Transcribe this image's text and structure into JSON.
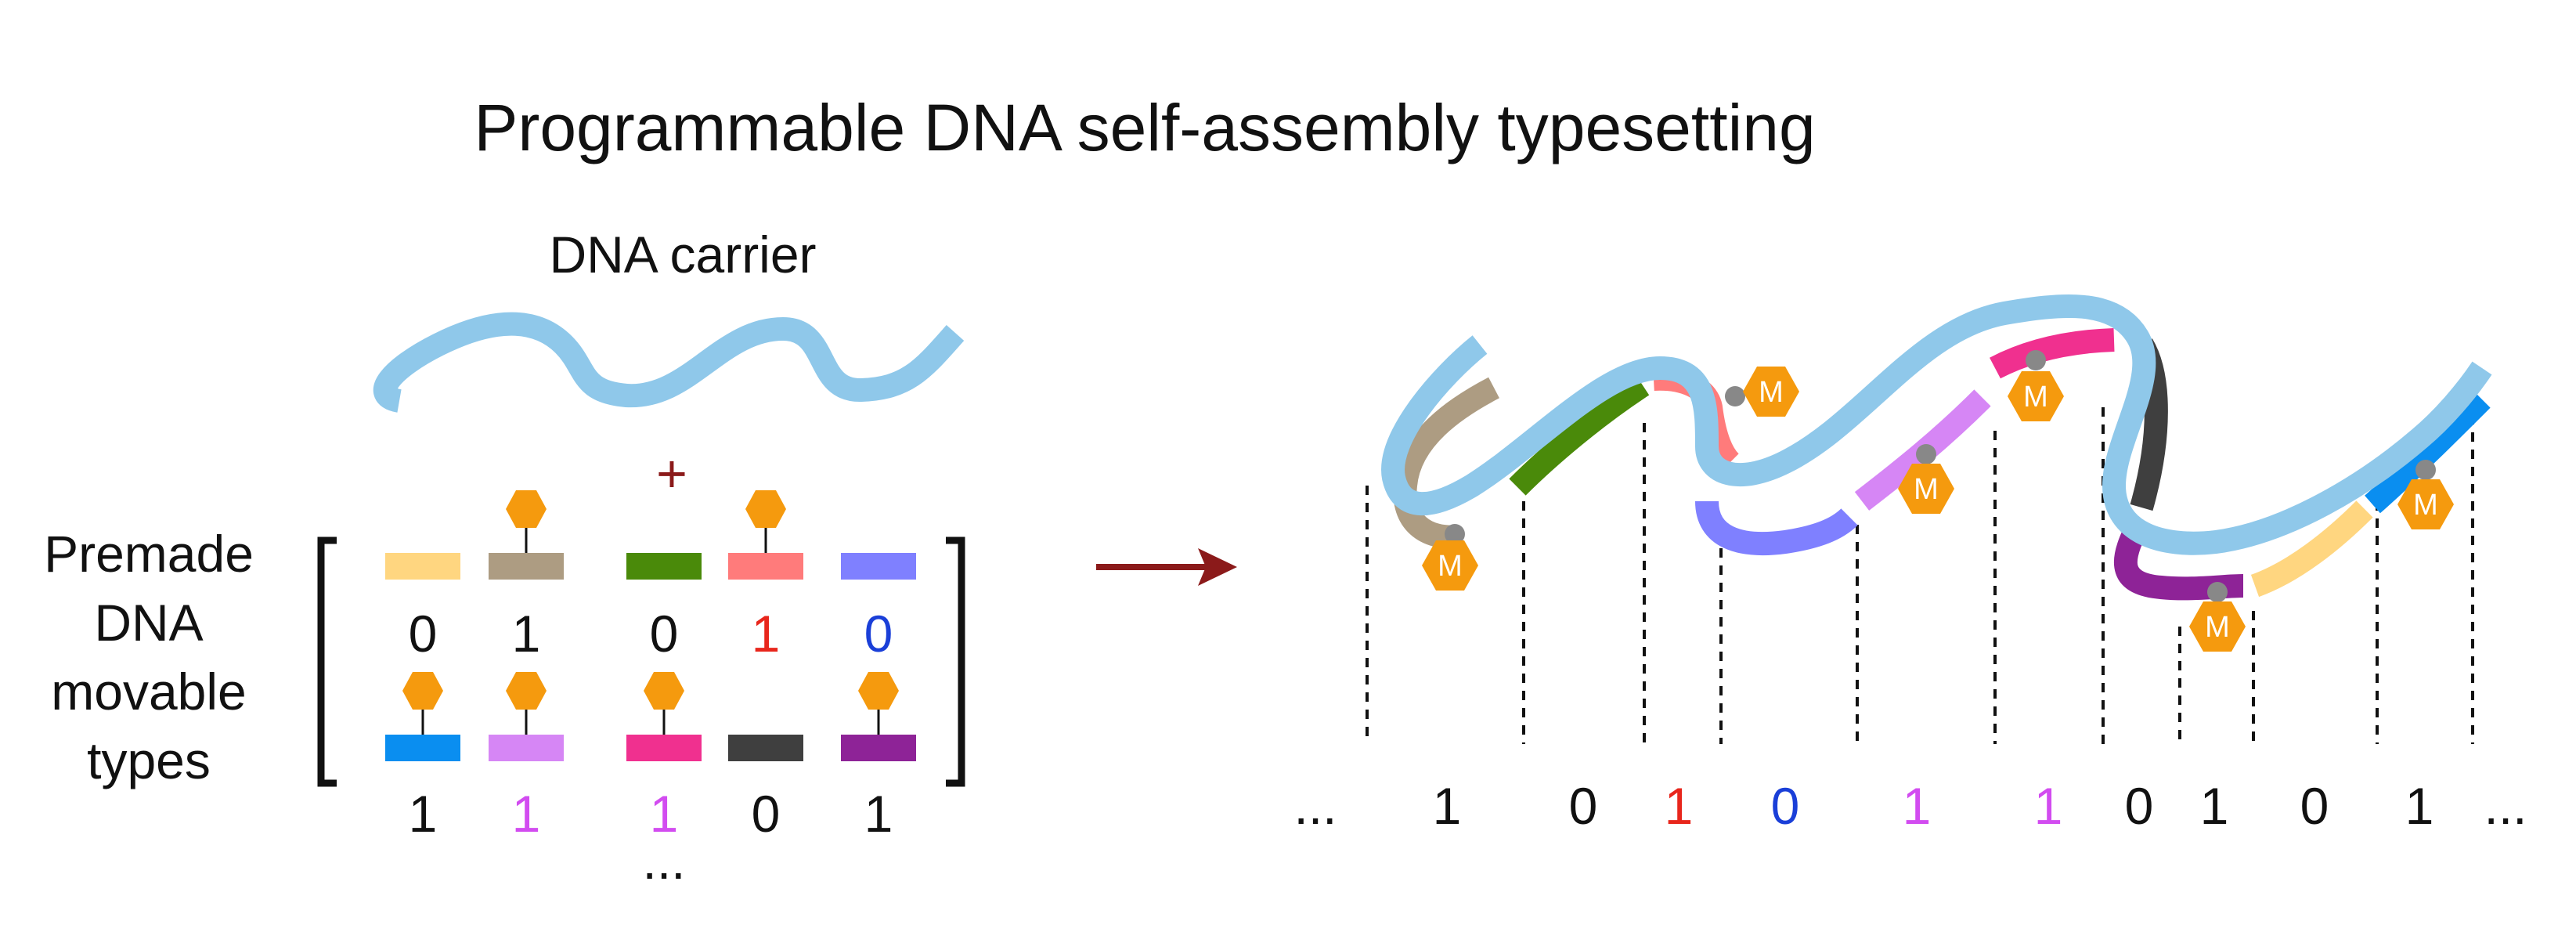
{
  "title": "Programmable DNA self-assembly typesetting",
  "carrier_label": "DNA carrier",
  "plus": "+",
  "premade_label": [
    "Premade",
    "DNA",
    "movable",
    "types"
  ],
  "premade_row1": [
    {
      "color": "#ffd680",
      "digit": "0",
      "digit_color": "#111111",
      "tag": false
    },
    {
      "color": "#ad9c82",
      "digit": "1",
      "digit_color": "#111111",
      "tag": true
    },
    {
      "color": "#4a8a0a",
      "digit": "0",
      "digit_color": "#111111",
      "tag": false
    },
    {
      "color": "#ff7b7b",
      "digit": "1",
      "digit_color": "#e8261c",
      "tag": true
    },
    {
      "color": "#7f80ff",
      "digit": "0",
      "digit_color": "#1a3fd8",
      "tag": false
    }
  ],
  "premade_row2": [
    {
      "color": "#0a8ef0",
      "digit": "1",
      "digit_color": "#111111",
      "tag": true
    },
    {
      "color": "#d686f5",
      "digit": "1",
      "digit_color": "#d24cf0",
      "tag": true
    },
    {
      "color": "#f0308f",
      "digit": "1",
      "digit_color": "#d24cf0",
      "tag": true
    },
    {
      "color": "#3f3f3f",
      "digit": "0",
      "digit_color": "#111111",
      "tag": false
    },
    {
      "color": "#8e2397",
      "digit": "1",
      "digit_color": "#111111",
      "tag": true
    }
  ],
  "ellipsis": "...",
  "marker_label": "M",
  "sequence": [
    {
      "text": "...",
      "color": "#111111"
    },
    {
      "text": "1",
      "color": "#111111"
    },
    {
      "text": "0",
      "color": "#111111"
    },
    {
      "text": "1",
      "color": "#e8261c"
    },
    {
      "text": "0",
      "color": "#1a3fd8"
    },
    {
      "text": "1",
      "color": "#d24cf0"
    },
    {
      "text": "1",
      "color": "#d24cf0"
    },
    {
      "text": "0",
      "color": "#111111"
    },
    {
      "text": "1",
      "color": "#111111"
    },
    {
      "text": "0",
      "color": "#111111"
    },
    {
      "text": "1",
      "color": "#111111"
    },
    {
      "text": "...",
      "color": "#111111"
    }
  ],
  "colors": {
    "carrier": "#8fc8ea",
    "arrow": "#8b1a1a",
    "marker_fill": "#f59a0e",
    "marker_stem": "#888888",
    "plus": "#8b1a1a"
  }
}
